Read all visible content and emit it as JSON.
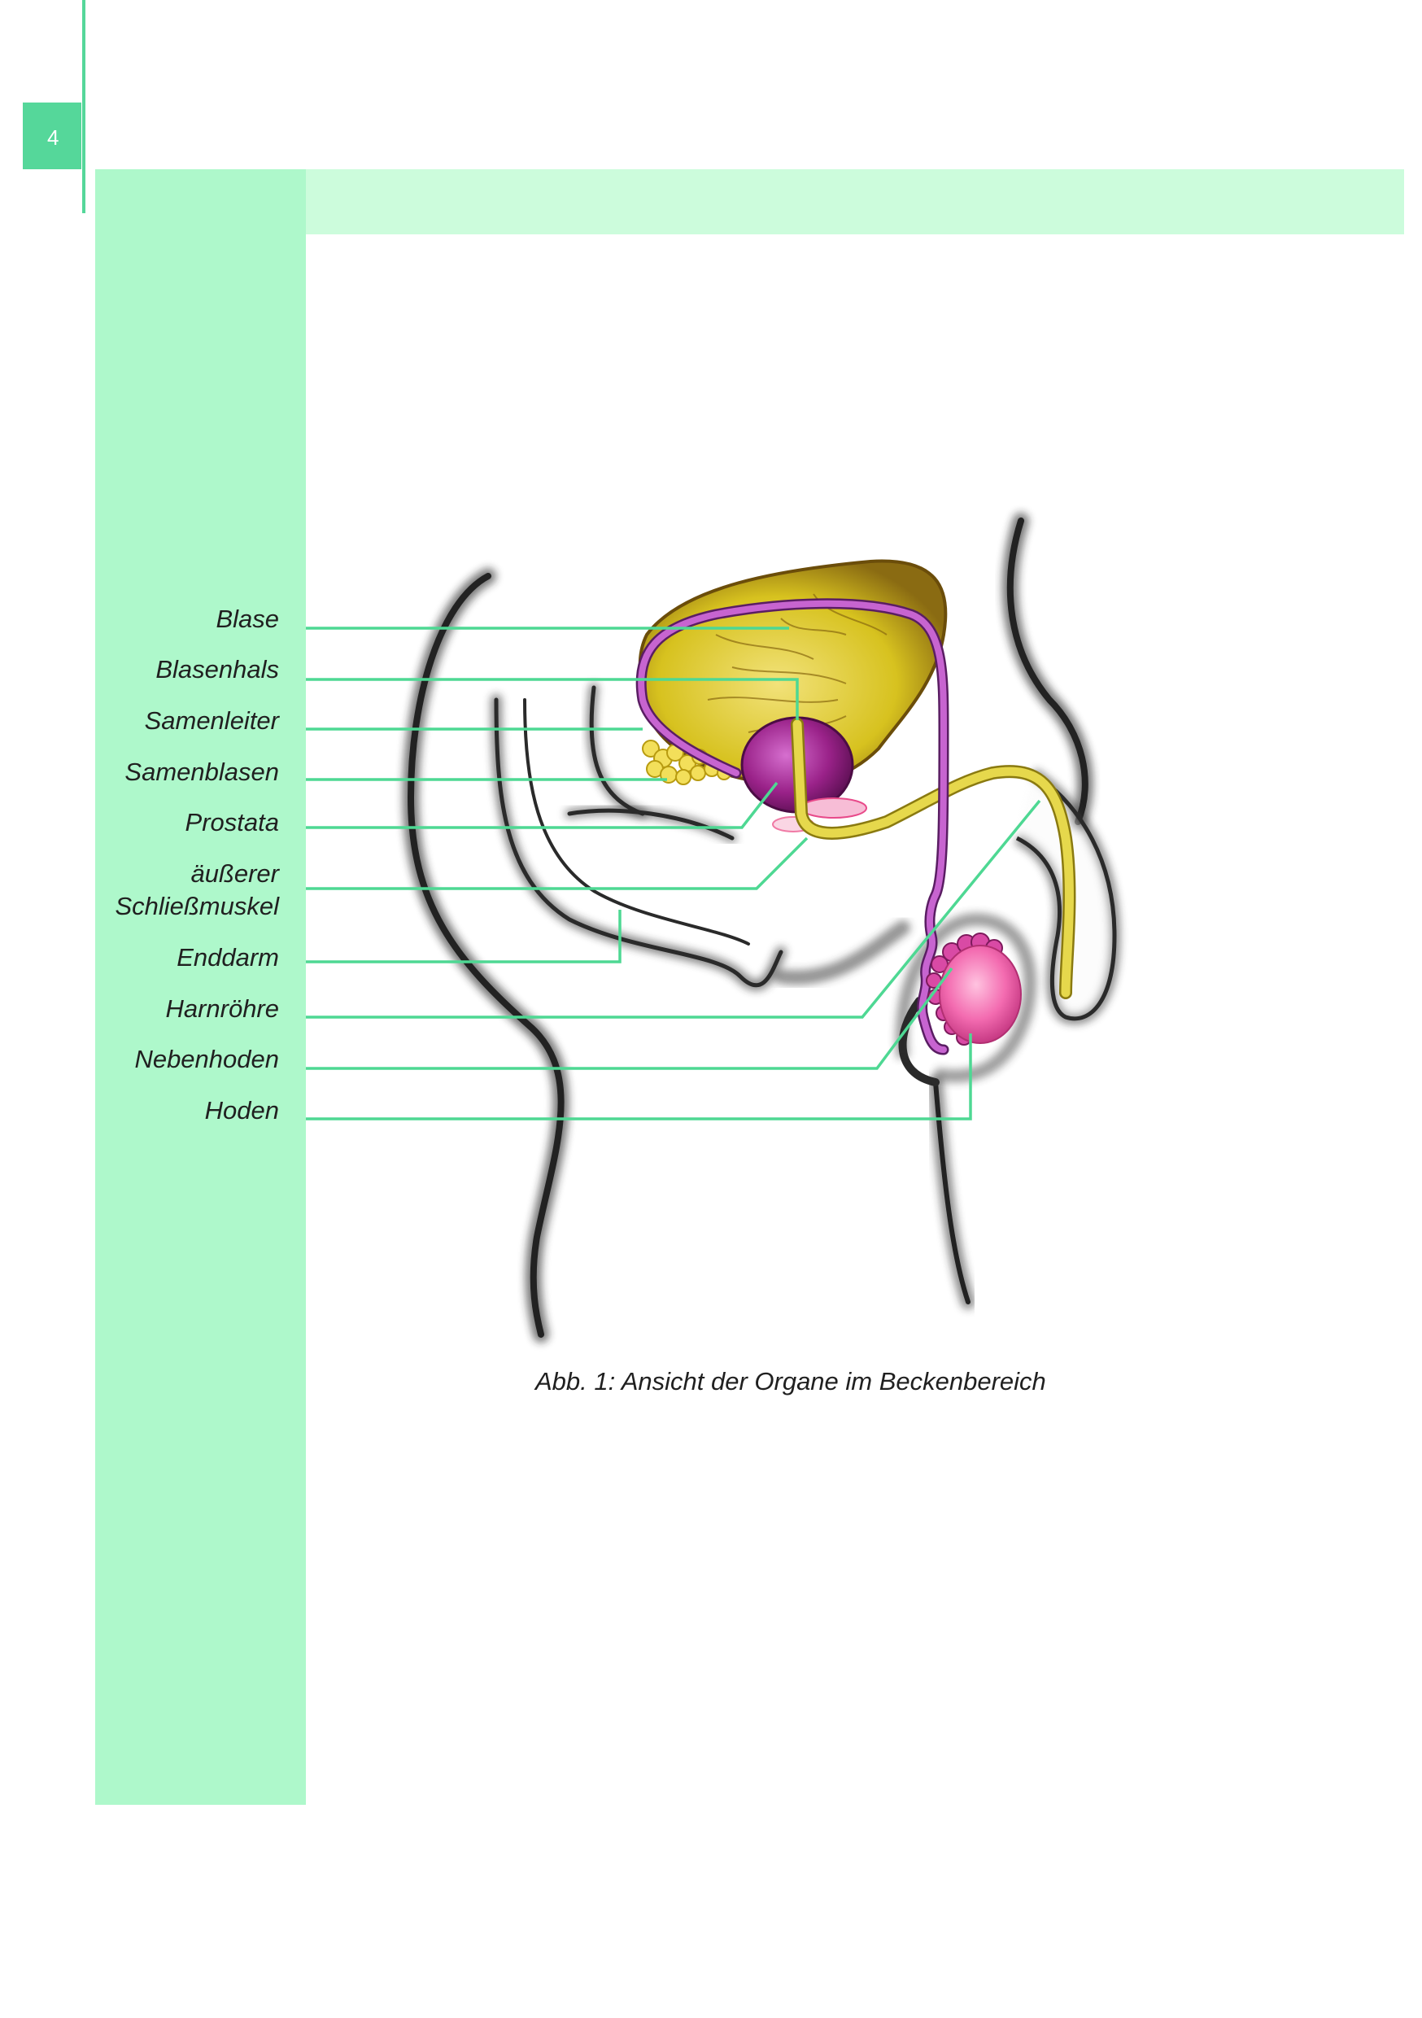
{
  "page": {
    "number": "4"
  },
  "labels": [
    "Blase",
    "Blasenhals",
    "Samenleiter",
    "Samenblasen",
    "Prostata",
    "äußerer Schließmuskel",
    "Enddarm",
    "Harnröhre",
    "Nebenhoden",
    "Hoden"
  ],
  "figure": {
    "caption": "Abb. 1: Ansicht der Organe im Beckenbereich"
  },
  "colors": {
    "accent": "#55d79a",
    "panel": "#aef8cb",
    "band": "#ccfcdc",
    "leader_line": "#4ed893",
    "bladder": "#d9c324",
    "prostate": "#a0288f",
    "vas_deferens": "#b94fc0",
    "urethra": "#e0d545",
    "testis": "#f06aae"
  }
}
